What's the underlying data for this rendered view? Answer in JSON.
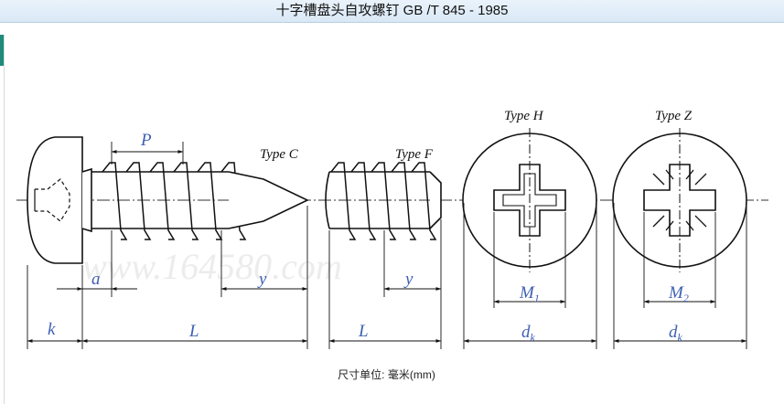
{
  "title": "十字槽盘头自攻螺钉 GB /T 845 - 1985",
  "caption": "尺寸单位: 毫米(mm)",
  "watermark": "www.164580.com",
  "type_labels": {
    "type_c": "Type C",
    "type_f": "Type F",
    "type_h": "Type H",
    "type_z": "Type Z"
  },
  "dimension_labels": {
    "p": "P",
    "a": "a",
    "y": "y",
    "y_f": "y",
    "k": "k",
    "l": "L",
    "l_f": "L",
    "m1": "M",
    "m1_sub": "1",
    "m2": "M",
    "m2_sub": "2",
    "dk_h": "d",
    "dk_h_sub": "k",
    "dk_z": "d",
    "dk_z_sub": "k"
  },
  "colors": {
    "label_blue": "#3d5fb3",
    "line": "#111111",
    "title_bg": "#d9e8f6",
    "accent": "#1e8c7a"
  }
}
